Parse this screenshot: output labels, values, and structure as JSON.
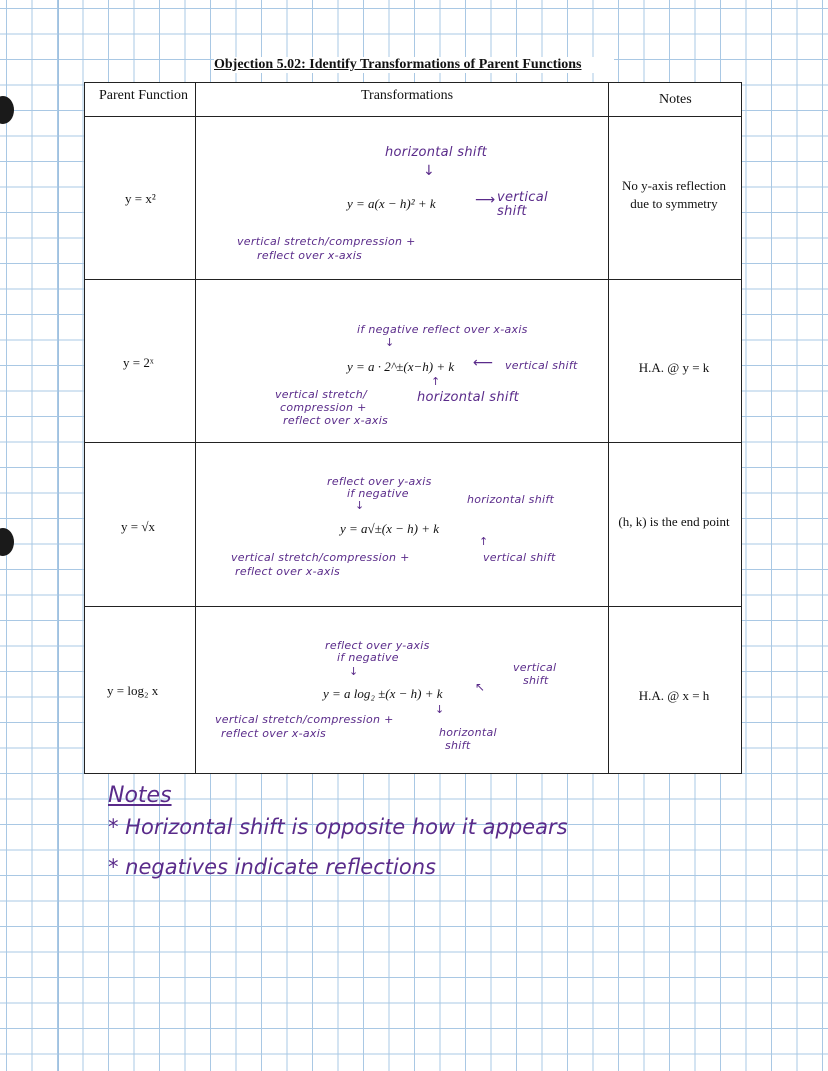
{
  "title": "Objection 5.02: Identify Transformations of Parent Functions",
  "headers": {
    "parent": "Parent Function",
    "transformations": "Transformations",
    "notes": "Notes"
  },
  "rows": [
    {
      "parent": "y = x²",
      "formula": "y = a(x − h)² + k",
      "hand_top": "horizontal shift",
      "hand_right": "vertical shift",
      "hand_bottom_1": "vertical stretch/compression +",
      "hand_bottom_2": "reflect over x-axis",
      "note": "No y-axis reflection due to symmetry"
    },
    {
      "parent": "y = 2ˣ",
      "formula": "y = a · 2^±(x−h) + k",
      "hand_top": "if negative reflect over x-axis",
      "hand_right": "vertical shift",
      "hand_mid": "horizontal shift",
      "hand_bottom_1": "vertical stretch/",
      "hand_bottom_2": "compression +",
      "hand_bottom_3": "reflect over x-axis",
      "note": "H.A. @ y = k"
    },
    {
      "parent": "y = √x",
      "formula": "y = a√±(x − h) + k",
      "hand_top_1": "reflect over y-axis",
      "hand_top_2": "if negative",
      "hand_right": "horizontal shift",
      "hand_below": "vertical shift",
      "hand_bottom_1": "vertical stretch/compression +",
      "hand_bottom_2": "reflect over x-axis",
      "note": "(h, k) is the end point"
    },
    {
      "parent": "y = log₂ x",
      "formula": "y = a log₂ ±(x − h) + k",
      "hand_top_1": "reflect over y-axis",
      "hand_top_2": "if negative",
      "hand_right_1": "vertical",
      "hand_right_2": "shift",
      "hand_below_1": "horizontal",
      "hand_below_2": "shift",
      "hand_bottom_1": "vertical stretch/compression +",
      "hand_bottom_2": "reflect over x-axis",
      "note": "H.A. @ x = h"
    }
  ],
  "footer": {
    "title": "Notes",
    "line1": "* Horizontal shift is opposite how it appears",
    "line2": "* negatives indicate reflections"
  },
  "colors": {
    "ink": "#5a2b8a",
    "grid": "#a9c8e4"
  }
}
